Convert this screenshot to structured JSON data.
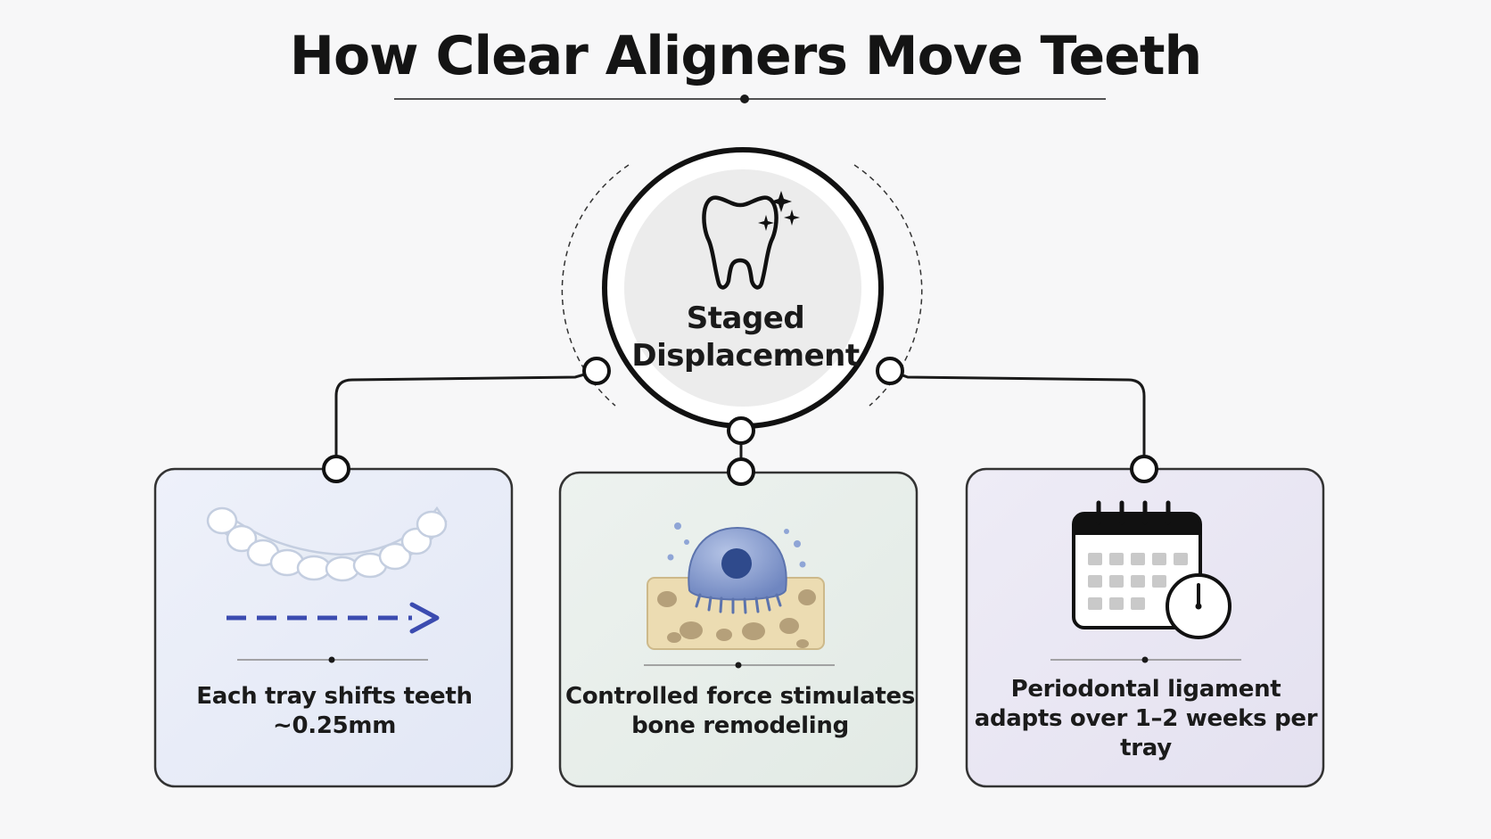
{
  "title": "How Clear Aligners Move Teeth",
  "hub": {
    "label": "Staged Displacement",
    "icon": "sparkling-tooth-icon"
  },
  "cards": [
    {
      "icon": "clear-aligner-tray-icon",
      "text": "Each tray shifts teeth ~0.25mm",
      "background": "#e6ebf7"
    },
    {
      "icon": "bone-cell-remodeling-icon",
      "text": "Controlled force stimulates bone remodeling",
      "background": "#e6ede9"
    },
    {
      "icon": "calendar-clock-icon",
      "text": "Periodontal ligament adapts over 1–2 weeks per tray",
      "background": "#e8e6f2"
    }
  ],
  "colors": {
    "line": "#1a1a1a",
    "arrow": "#3b4bb0",
    "cell": "#7f95c9",
    "bone": "#ecdcb2"
  }
}
